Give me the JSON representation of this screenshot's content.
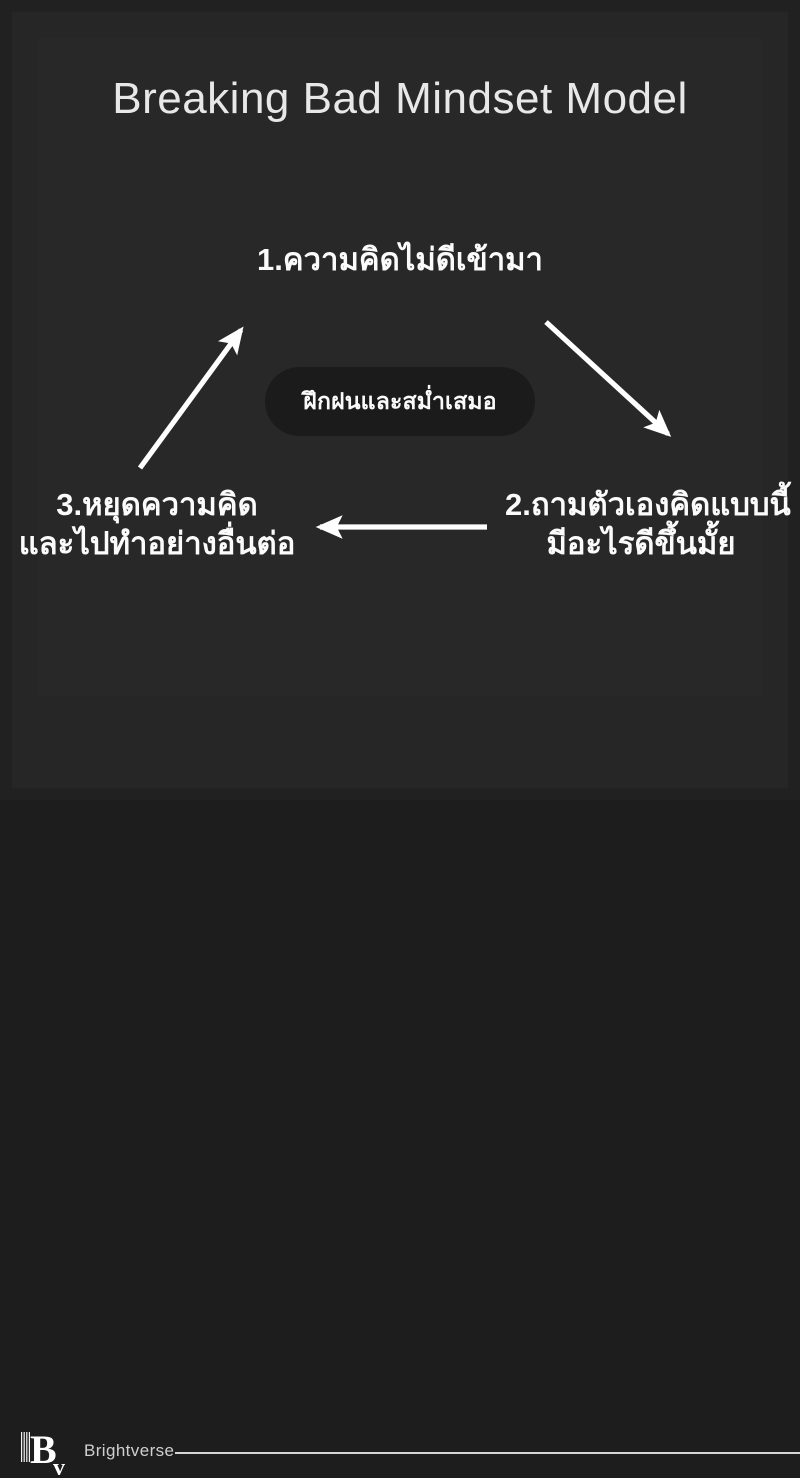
{
  "header": {
    "title": "Breaking Bad Mindset Model"
  },
  "diagram": {
    "type": "cycle",
    "center": {
      "label": "ฝึกฝนและสม่ำเสมอ",
      "shape": "rounded-pill",
      "fill": "#1b1b1b"
    },
    "nodes": [
      {
        "id": "node-1",
        "line1": "1.ความคิดไม่ดีเข้ามา",
        "line2": "",
        "position": "top"
      },
      {
        "id": "node-2",
        "line1": "2.ถามตัวเองคิดแบบนี้",
        "line2": "มีอะไรดีขึ้นมั้ย",
        "position": "bottom-right"
      },
      {
        "id": "node-3",
        "line1": "3.หยุดความคิด",
        "line2": "และไปทำอย่างอื่นต่อ",
        "position": "bottom-left"
      }
    ],
    "arrows": [
      {
        "id": "arrow-top-to-right",
        "from": "node-1",
        "to": "node-2",
        "direction": "down-right"
      },
      {
        "id": "arrow-right-to-left",
        "from": "node-2",
        "to": "node-3",
        "direction": "left"
      },
      {
        "id": "arrow-left-to-top",
        "from": "node-3",
        "to": "node-1",
        "direction": "up-right"
      }
    ]
  },
  "footer": {
    "logo_letter": "B",
    "logo_subletter": "v",
    "brand": "Brightverse"
  },
  "colors": {
    "page_background": "#212121",
    "frame_outer": "#262626",
    "panel": "#282828",
    "text_primary": "#fbfbfb",
    "text_title": "#e8e8e8",
    "accent_line": "#d6d6d6",
    "arrow": "#ffffff"
  }
}
